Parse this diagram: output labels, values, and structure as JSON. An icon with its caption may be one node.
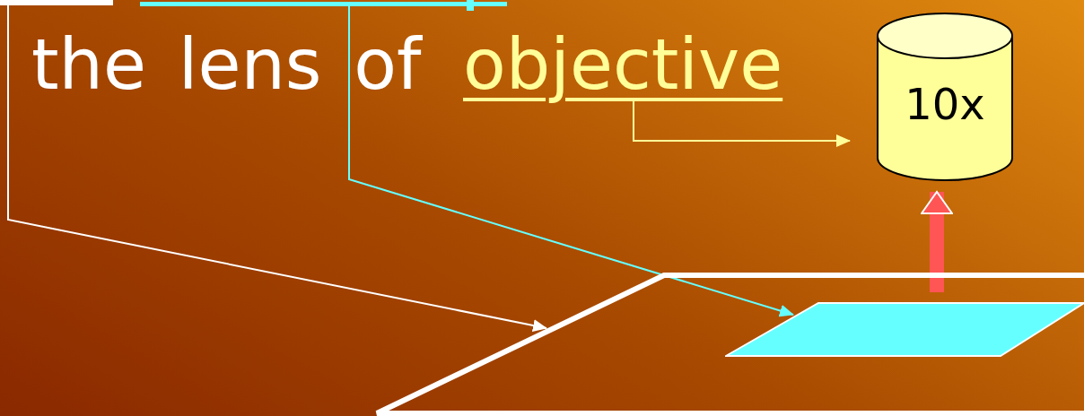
{
  "diagram": {
    "nodes": [
      {
        "text": [
          "objective"
        ]
      },
      {
        "text": [
          "10x"
        ]
      },
      {
        "text": [],
        "shape": "parallelogram"
      },
      {
        "text": [],
        "shape": "parallelogram",
        "in": 2
      }
    ],
    "edges": [
      {
        "from": null,
        "to": 2,
        "arrow": "to",
        "color": "#ffffff"
      },
      {
        "from": null,
        "to": 3,
        "arrow": "to",
        "color": "#66ffff"
      },
      {
        "from": 0,
        "to": 1,
        "arrow": "to",
        "color": "#ffff99"
      },
      {
        "from": 3,
        "to": 1,
        "arrow": "to",
        "style": "thick",
        "color": "#ff5555"
      }
    ],
    "labels": [
      "the lens of"
    ]
  }
}
